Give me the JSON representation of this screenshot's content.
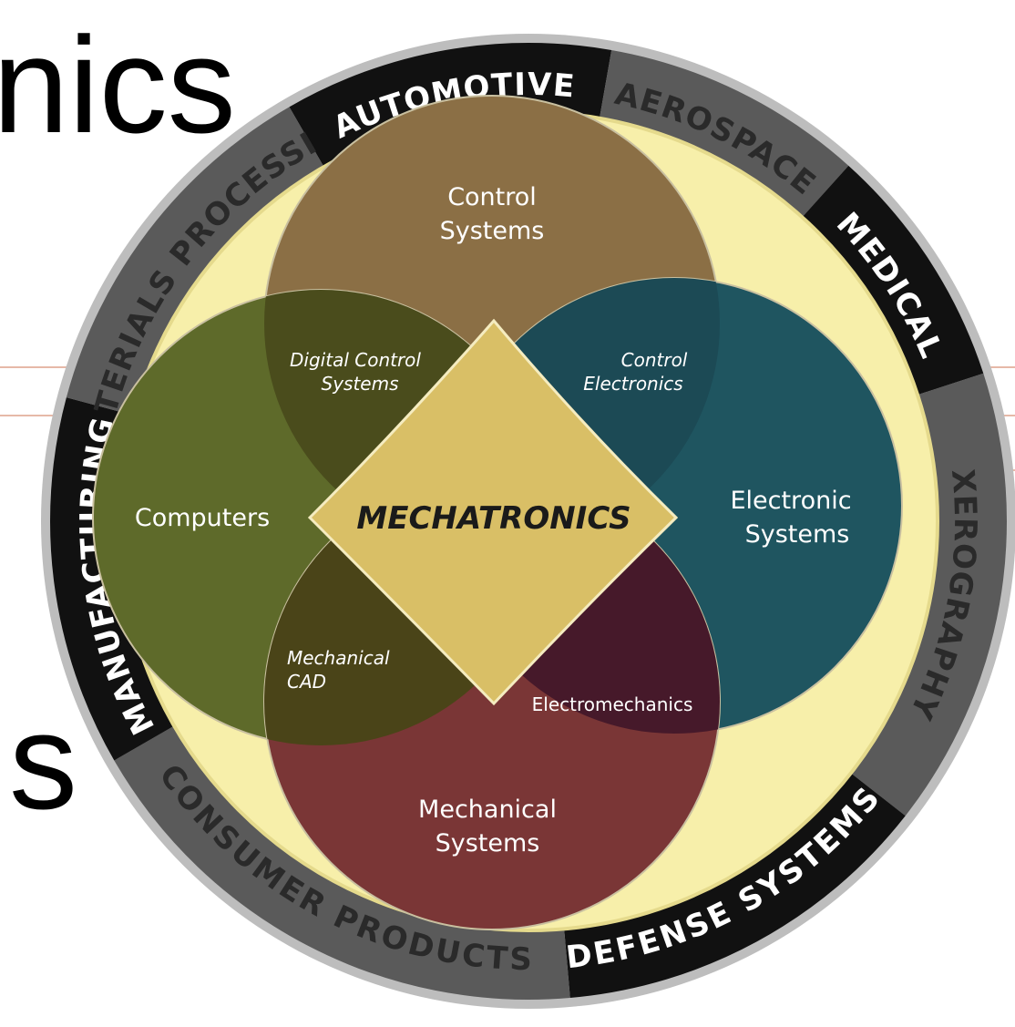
{
  "background": {
    "title_fragment": "nics",
    "line_fragment": "s"
  },
  "ring": {
    "segments": [
      {
        "label": "AUTOMOTIVE",
        "color": "#111111"
      },
      {
        "label": "AEROSPACE",
        "color": "#5a5a5a"
      },
      {
        "label": "MEDICAL",
        "color": "#111111"
      },
      {
        "label": "XEROGRAPHY",
        "color": "#5a5a5a"
      },
      {
        "label": "DEFENSE SYSTEMS",
        "color": "#111111"
      },
      {
        "label": "CONSUMER PRODUCTS",
        "color": "#5a5a5a"
      },
      {
        "label": "MANUFACTURING",
        "color": "#111111"
      },
      {
        "label": "MATERIALS PROCESSING",
        "color": "#5a5a5a"
      }
    ]
  },
  "circles": {
    "control": {
      "line1": "Control",
      "line2": "Systems",
      "color": "#8b6f45"
    },
    "computers": {
      "label": "Computers",
      "color": "#5e6a2a"
    },
    "electronic": {
      "line1": "Electronic",
      "line2": "Systems",
      "color": "#1f5560"
    },
    "mechanical": {
      "line1": "Mechanical",
      "line2": "Systems",
      "color": "#7a3636"
    }
  },
  "overlaps": {
    "digital_control": {
      "line1": "Digital Control",
      "line2": "Systems"
    },
    "control_electronics": {
      "line1": "Control",
      "line2": "Electronics"
    },
    "mechanical_cad": {
      "line1": "Mechanical",
      "line2": "CAD"
    },
    "electromechanics": {
      "label": "Electromechanics"
    }
  },
  "center": {
    "label": "MECHATRONICS",
    "color": "#d9bf66"
  },
  "colors": {
    "inner_disc": "#f7efaa",
    "outer_ring_rim": "#9a9a9a"
  }
}
